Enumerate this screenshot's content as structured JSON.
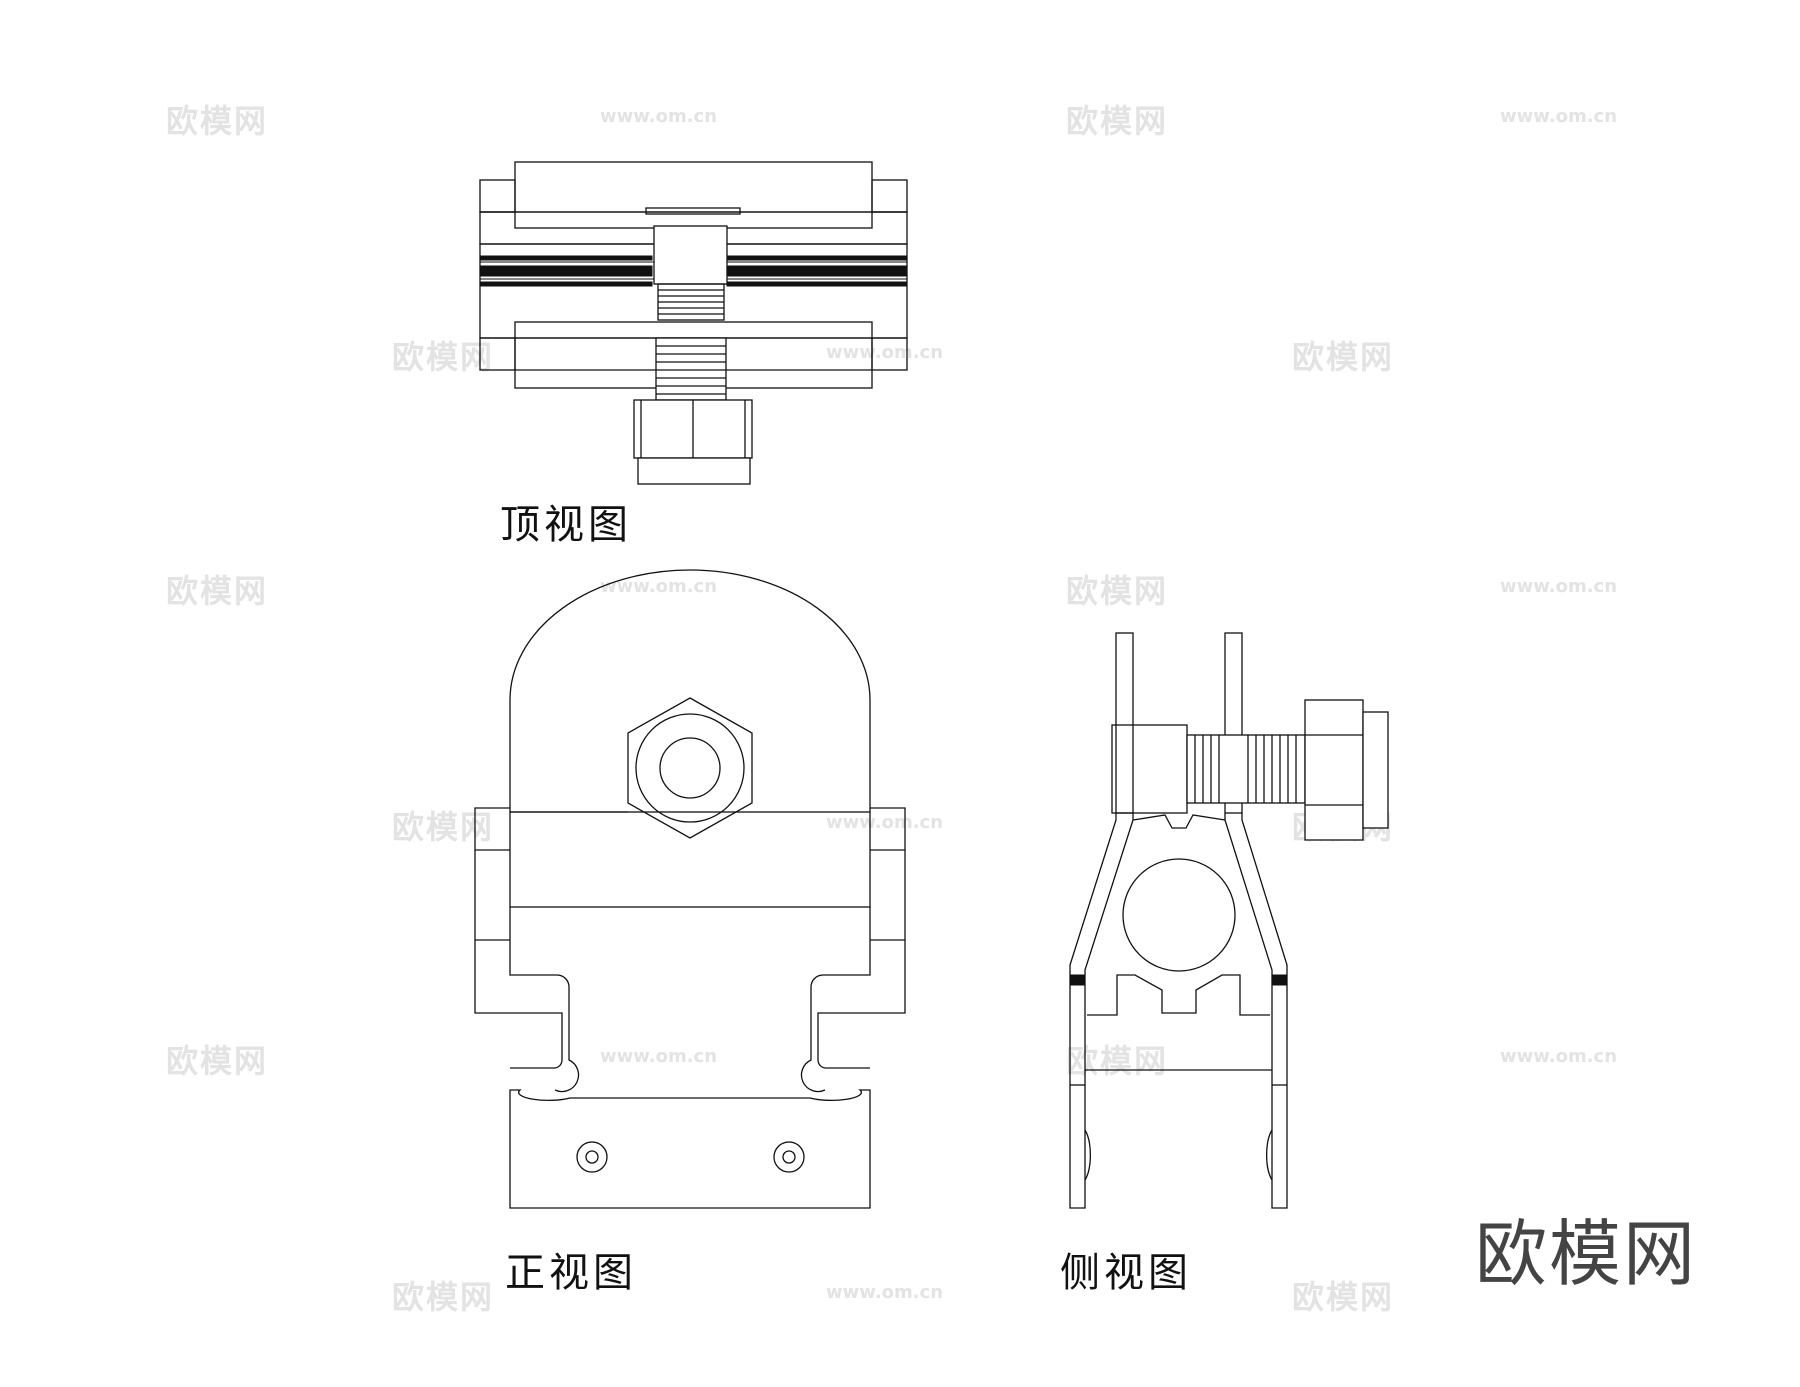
{
  "labels": {
    "top_view": "顶视图",
    "front_view": "正视图",
    "side_view": "侧视图"
  },
  "watermark": {
    "brand": "欧模网",
    "url": "www.om.cn"
  },
  "logo": {
    "text": "欧模网"
  },
  "colors": {
    "line": "#111111",
    "watermark": "#e3e3e3",
    "logo": "#444444",
    "background": "#ffffff"
  }
}
